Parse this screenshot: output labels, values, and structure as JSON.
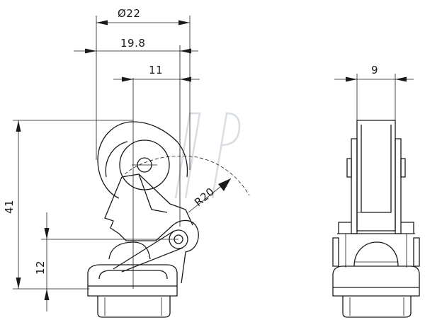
{
  "dimensions": {
    "diameter": "Ø22",
    "width_19_8": "19.8",
    "offset_11": "11",
    "height_41": "41",
    "height_12": "12",
    "radius": "R20",
    "roller_width": "9"
  }
}
